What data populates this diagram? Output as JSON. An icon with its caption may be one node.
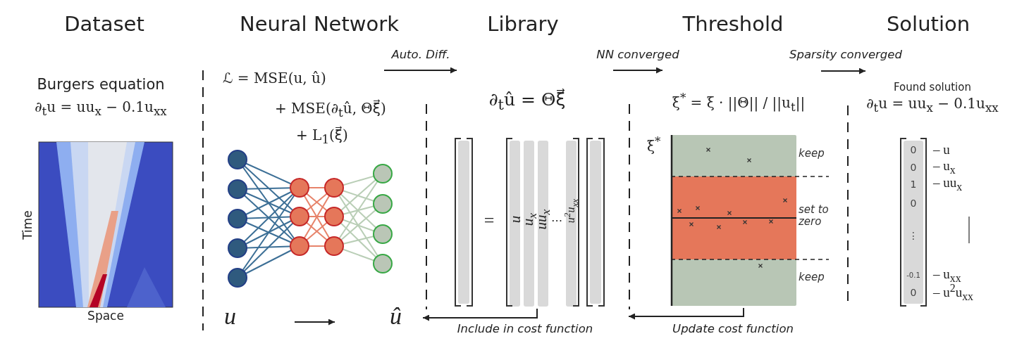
{
  "diagram": {
    "nodes": [
      {
        "text": [
          "Dataset",
          "Burgers equation",
          "∂$_{t}$u = uu$_{x}$ − 0.1u$_{xx}$"
        ]
      },
      {
        "text": [
          "Neural Network",
          "ℒ = MSE(u, û)",
          "+ MSE(∂$_{t}$û, Θξ⃗)",
          "+ L$_{1}$(ξ⃗)"
        ]
      },
      {
        "text": [
          "u"
        ],
        "in": 1
      },
      {
        "text": [
          "û"
        ],
        "in": 1
      },
      {
        "text": [
          "Library",
          "∂$_{t}$û = Θξ⃗"
        ]
      },
      {
        "text": [
          "u",
          "u$_{x}$",
          "uu$_{x}$",
          "⋯",
          "u$^{2}$u$_{xx}$"
        ],
        "in": 4
      },
      {
        "text": [
          "Threshold",
          "ξ$^{*}$ = ξ · ||Θ|| / ||u$_{t}$||"
        ]
      },
      {
        "text": [
          "ξ$^{*}$",
          "keep",
          "set to zero",
          "keep"
        ],
        "in": 6
      },
      {
        "text": [
          "Solution",
          "Found solution",
          "∂$_{t}$u = uu$_{x}$ − 0.1u$_{xx}$"
        ]
      }
    ],
    "edges": [
      {
        "from": 1,
        "to": 4,
        "arrow": "to",
        "label": "Auto. Diff."
      },
      {
        "from": 4,
        "to": 6,
        "arrow": "to",
        "label": "NN converged"
      },
      {
        "from": 6,
        "to": 8,
        "arrow": "to",
        "label": "Sparsity converged"
      },
      {
        "from": 2,
        "to": 3,
        "arrow": "to"
      },
      {
        "from": 5,
        "to": 1,
        "arrow": "to",
        "label": "Include in cost function"
      },
      {
        "from": 7,
        "to": 4,
        "arrow": "to",
        "label": "Update cost function"
      }
    ],
    "labels": [
      "Time",
      "Space",
      "=",
      "0",
      "– u",
      "0",
      "– u$_{x}$",
      "1",
      "– uu$_{x}$",
      "0",
      "⋮",
      "-0.1",
      "– u$_{xx}$",
      "0",
      "– u$^{2}$u$_{xx}$"
    ]
  }
}
